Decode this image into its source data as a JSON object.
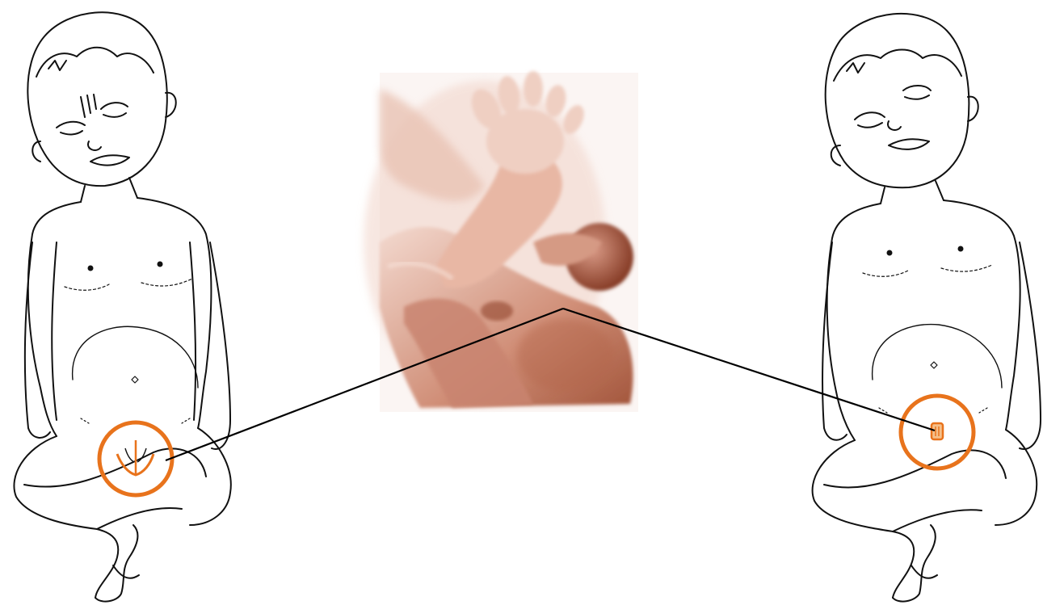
{
  "figure": {
    "panels": [
      {
        "id": "left-child-drawing",
        "marker": "orange-circle"
      },
      {
        "id": "center-embryo-photo"
      },
      {
        "id": "right-child-drawing",
        "marker": "orange-circle"
      }
    ],
    "colors": {
      "outline": "#111111",
      "marker": "#e8731c",
      "connector": "#000000",
      "embryo_light": "#f2d8cf",
      "embryo_mid": "#c98c78",
      "embryo_dark": "#8a3b22"
    }
  }
}
